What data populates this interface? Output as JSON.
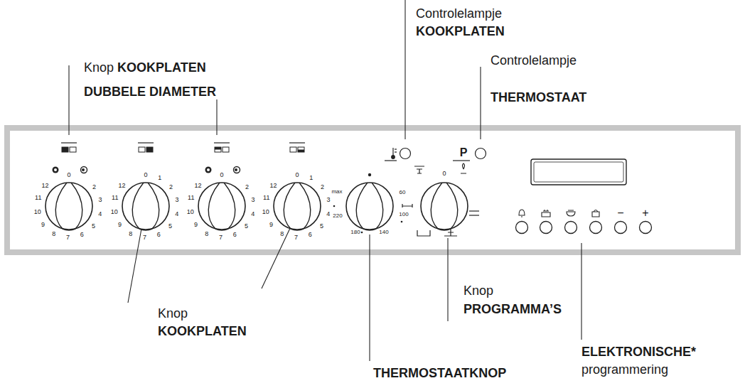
{
  "diagram": {
    "labels": [
      "Controlelampje",
      "KOOKPLATEN",
      "Knop",
      "KOOKPLATEN",
      "DUBBELE DIAMETER",
      "Controlelampje",
      "THERMOSTAAT",
      "Knop",
      "KOOKPLATEN",
      "Knop",
      "PROGRAMMA’S",
      "THERMOSTAATKNOP",
      "ELEKTRONISCHE*",
      "programmering",
      "0",
      "2",
      "3",
      "4",
      "5",
      "6",
      "7",
      "8",
      "9",
      "10",
      "11",
      "12",
      "0",
      "1",
      "2",
      "3",
      "4",
      "5",
      "6",
      "7",
      "8",
      "9",
      "10",
      "11",
      "12",
      "0",
      "2",
      "3",
      "4",
      "5",
      "6",
      "7",
      "8",
      "9",
      "10",
      "11",
      "12",
      "0",
      "1",
      "2",
      "3",
      "4",
      "5",
      "6",
      "7",
      "8",
      "9",
      "10",
      "11",
      "12",
      "max",
      "220",
      "180",
      "140",
      "100",
      "60",
      "0",
      "P",
      "−",
      "+"
    ]
  }
}
